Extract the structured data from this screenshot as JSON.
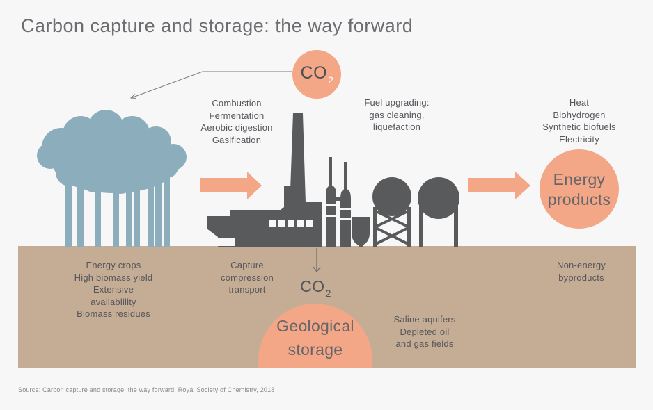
{
  "title": "Carbon capture and storage: the way forward",
  "source": "Source: Carbon capture and storage: the way forward, Royal Society of Chemistry, 2018",
  "co2_top": {
    "main": "CO",
    "sub": "2"
  },
  "co2_bottom": {
    "main": "CO",
    "sub": "2"
  },
  "stages": {
    "conversion_processes": "Combustion\nFermentation\nAerobic digestion\nGasification",
    "fuel_upgrading": "Fuel upgrading:\ngas cleaning,\nliquefaction",
    "energy_outputs": "Heat\nBiohydrogen\nSynthetic biofuels\nElectricity",
    "energy_products": "Energy\nproducts",
    "biomass_source": "Energy crops\nHigh biomass yield\nExtensive\navailablility\nBiomass residues",
    "capture_chain": "Capture\ncompression\ntransport",
    "geological_storage": "Geological\nstorage",
    "storage_sites": "Saline aquifers\nDepleted oil\nand gas fields",
    "byproducts": "Non-energy\nbyproducts"
  },
  "colors": {
    "accent_peach": "#f3a787",
    "tree_blue": "#8badbc",
    "factory_gray": "#595a5c",
    "ground_tan": "#c5ac94",
    "background": "#f7f7f8",
    "title_gray": "#6c6d70"
  }
}
